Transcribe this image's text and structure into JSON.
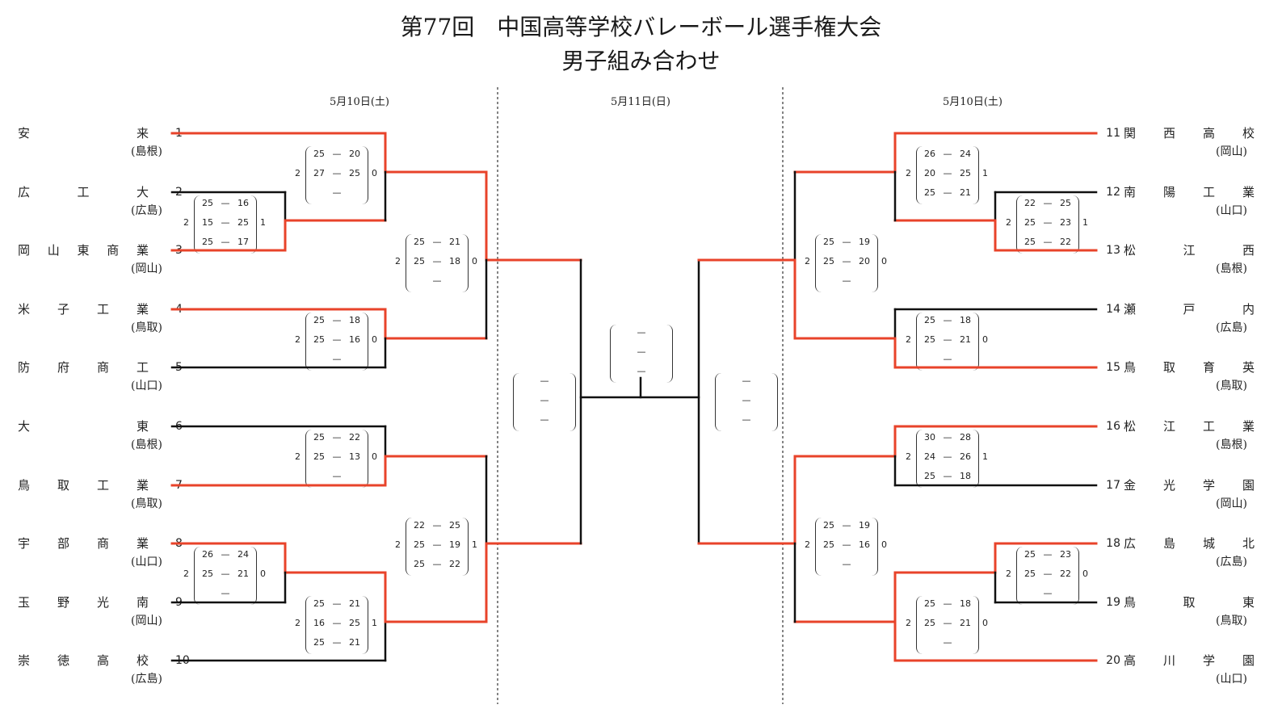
{
  "title": "第77回　中国高等学校バレーボール選手権大会",
  "subtitle": "男子組み合わせ",
  "dates": {
    "left": "5月10日(土)",
    "center": "5月11日(日)",
    "right": "5月10日(土)"
  },
  "colors": {
    "winner": "#e8432a",
    "loser": "#111111",
    "separator": "#333333"
  },
  "teams_left": [
    {
      "num": "1",
      "name": [
        "安",
        "来"
      ],
      "pref": "(島根)"
    },
    {
      "num": "2",
      "name": [
        "広",
        "工",
        "大"
      ],
      "pref": "(広島)"
    },
    {
      "num": "3",
      "name": [
        "岡",
        "山",
        "東",
        "商",
        "業"
      ],
      "pref": "(岡山)"
    },
    {
      "num": "4",
      "name": [
        "米",
        "子",
        "工",
        "業"
      ],
      "pref": "(鳥取)"
    },
    {
      "num": "5",
      "name": [
        "防",
        "府",
        "商",
        "工"
      ],
      "pref": "(山口)"
    },
    {
      "num": "6",
      "name": [
        "大",
        "東"
      ],
      "pref": "(島根)"
    },
    {
      "num": "7",
      "name": [
        "鳥",
        "取",
        "工",
        "業"
      ],
      "pref": "(鳥取)"
    },
    {
      "num": "8",
      "name": [
        "宇",
        "部",
        "商",
        "業"
      ],
      "pref": "(山口)"
    },
    {
      "num": "9",
      "name": [
        "玉",
        "野",
        "光",
        "南"
      ],
      "pref": "(岡山)"
    },
    {
      "num": "10",
      "name": [
        "崇",
        "徳",
        "高",
        "校"
      ],
      "pref": "(広島)"
    }
  ],
  "teams_right": [
    {
      "num": "11",
      "name": [
        "関",
        "西",
        "高",
        "校"
      ],
      "pref": "(岡山)"
    },
    {
      "num": "12",
      "name": [
        "南",
        "陽",
        "工",
        "業"
      ],
      "pref": "(山口)"
    },
    {
      "num": "13",
      "name": [
        "松",
        "江",
        "西"
      ],
      "pref": "(島根)"
    },
    {
      "num": "14",
      "name": [
        "瀬",
        "戸",
        "内"
      ],
      "pref": "(広島)"
    },
    {
      "num": "15",
      "name": [
        "鳥",
        "取",
        "育",
        "英"
      ],
      "pref": "(鳥取)"
    },
    {
      "num": "16",
      "name": [
        "松",
        "江",
        "工",
        "業"
      ],
      "pref": "(島根)"
    },
    {
      "num": "17",
      "name": [
        "金",
        "光",
        "学",
        "園"
      ],
      "pref": "(岡山)"
    },
    {
      "num": "18",
      "name": [
        "広",
        "島",
        "城",
        "北"
      ],
      "pref": "(広島)"
    },
    {
      "num": "19",
      "name": [
        "鳥",
        "取",
        "東"
      ],
      "pref": "(鳥取)"
    },
    {
      "num": "20",
      "name": [
        "高",
        "川",
        "学",
        "園"
      ],
      "pref": "(山口)"
    }
  ],
  "matches": [
    {
      "sa": "2",
      "sb": "1",
      "sets": [
        [
          "25",
          "16"
        ],
        [
          "15",
          "25"
        ],
        [
          "25",
          "17"
        ]
      ]
    },
    {
      "sa": "2",
      "sb": "0",
      "sets": [
        [
          "25",
          "20"
        ],
        [
          "27",
          "25"
        ],
        [
          "",
          ""
        ]
      ]
    },
    {
      "sa": "2",
      "sb": "0",
      "sets": [
        [
          "25",
          "18"
        ],
        [
          "25",
          "16"
        ],
        [
          "",
          ""
        ]
      ]
    },
    {
      "sa": "2",
      "sb": "0",
      "sets": [
        [
          "25",
          "21"
        ],
        [
          "25",
          "18"
        ],
        [
          "",
          ""
        ]
      ]
    },
    {
      "sa": "2",
      "sb": "0",
      "sets": [
        [
          "25",
          "22"
        ],
        [
          "25",
          "13"
        ],
        [
          "",
          ""
        ]
      ]
    },
    {
      "sa": "2",
      "sb": "0",
      "sets": [
        [
          "26",
          "24"
        ],
        [
          "25",
          "21"
        ],
        [
          "",
          ""
        ]
      ]
    },
    {
      "sa": "2",
      "sb": "1",
      "sets": [
        [
          "25",
          "21"
        ],
        [
          "16",
          "25"
        ],
        [
          "25",
          "21"
        ]
      ]
    },
    {
      "sa": "2",
      "sb": "1",
      "sets": [
        [
          "22",
          "25"
        ],
        [
          "25",
          "19"
        ],
        [
          "25",
          "22"
        ]
      ]
    },
    {
      "sa": "2",
      "sb": "1",
      "sets": [
        [
          "26",
          "24"
        ],
        [
          "20",
          "25"
        ],
        [
          "25",
          "21"
        ]
      ]
    },
    {
      "sa": "2",
      "sb": "1",
      "sets": [
        [
          "22",
          "25"
        ],
        [
          "25",
          "23"
        ],
        [
          "25",
          "22"
        ]
      ]
    },
    {
      "sa": "2",
      "sb": "0",
      "sets": [
        [
          "25",
          "18"
        ],
        [
          "25",
          "21"
        ],
        [
          "",
          ""
        ]
      ]
    },
    {
      "sa": "2",
      "sb": "0",
      "sets": [
        [
          "25",
          "19"
        ],
        [
          "25",
          "20"
        ],
        [
          "",
          ""
        ]
      ]
    },
    {
      "sa": "2",
      "sb": "1",
      "sets": [
        [
          "30",
          "28"
        ],
        [
          "24",
          "26"
        ],
        [
          "25",
          "18"
        ]
      ]
    },
    {
      "sa": "2",
      "sb": "0",
      "sets": [
        [
          "25",
          "23"
        ],
        [
          "25",
          "22"
        ],
        [
          "",
          ""
        ]
      ]
    },
    {
      "sa": "2",
      "sb": "0",
      "sets": [
        [
          "25",
          "18"
        ],
        [
          "25",
          "21"
        ],
        [
          "",
          ""
        ]
      ]
    },
    {
      "sa": "2",
      "sb": "0",
      "sets": [
        [
          "25",
          "19"
        ],
        [
          "25",
          "16"
        ],
        [
          "",
          ""
        ]
      ]
    },
    {
      "sa": "",
      "sb": "",
      "sets": [
        [
          "",
          ""
        ],
        [
          "",
          ""
        ],
        [
          "",
          ""
        ]
      ]
    },
    {
      "sa": "",
      "sb": "",
      "sets": [
        [
          "",
          ""
        ],
        [
          "",
          ""
        ],
        [
          "",
          ""
        ]
      ]
    },
    {
      "sa": "",
      "sb": "",
      "sets": [
        [
          "",
          ""
        ],
        [
          "",
          ""
        ],
        [
          "",
          ""
        ]
      ]
    }
  ]
}
